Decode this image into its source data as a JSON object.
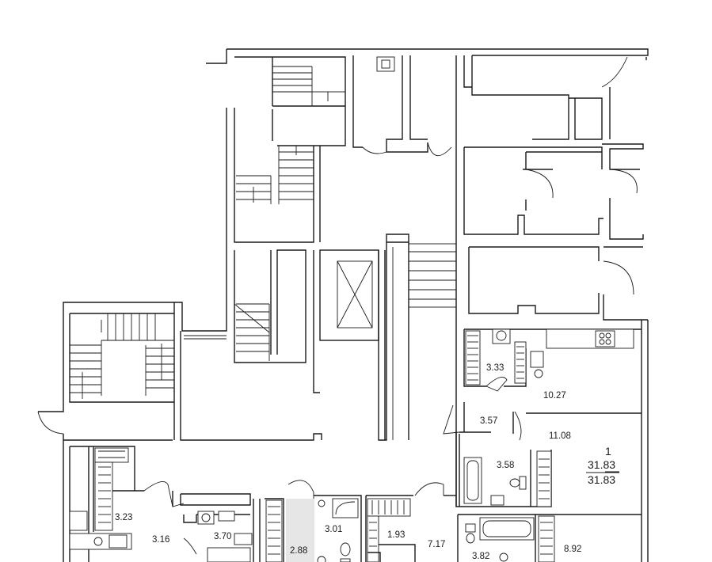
{
  "rooms": [
    {
      "id": "r-3-33",
      "area": "3.33"
    },
    {
      "id": "r-10-27",
      "area": "10.27"
    },
    {
      "id": "r-3-57",
      "area": "3.57"
    },
    {
      "id": "r-11-08",
      "area": "11.08"
    },
    {
      "id": "r-3-58",
      "area": "3.58"
    },
    {
      "id": "r-3-23",
      "area": "3.23"
    },
    {
      "id": "r-3-16",
      "area": "3.16"
    },
    {
      "id": "r-3-70",
      "area": "3.70"
    },
    {
      "id": "r-2-88",
      "area": "2.88"
    },
    {
      "id": "r-3-01",
      "area": "3.01"
    },
    {
      "id": "r-1-93",
      "area": "1.93"
    },
    {
      "id": "r-7-17",
      "area": "7.17"
    },
    {
      "id": "r-3-82",
      "area": "3.82"
    },
    {
      "id": "r-8-92",
      "area": "8.92"
    }
  ],
  "apartment": {
    "number": "1",
    "total_area": "31.83",
    "living_area": "31.83"
  }
}
